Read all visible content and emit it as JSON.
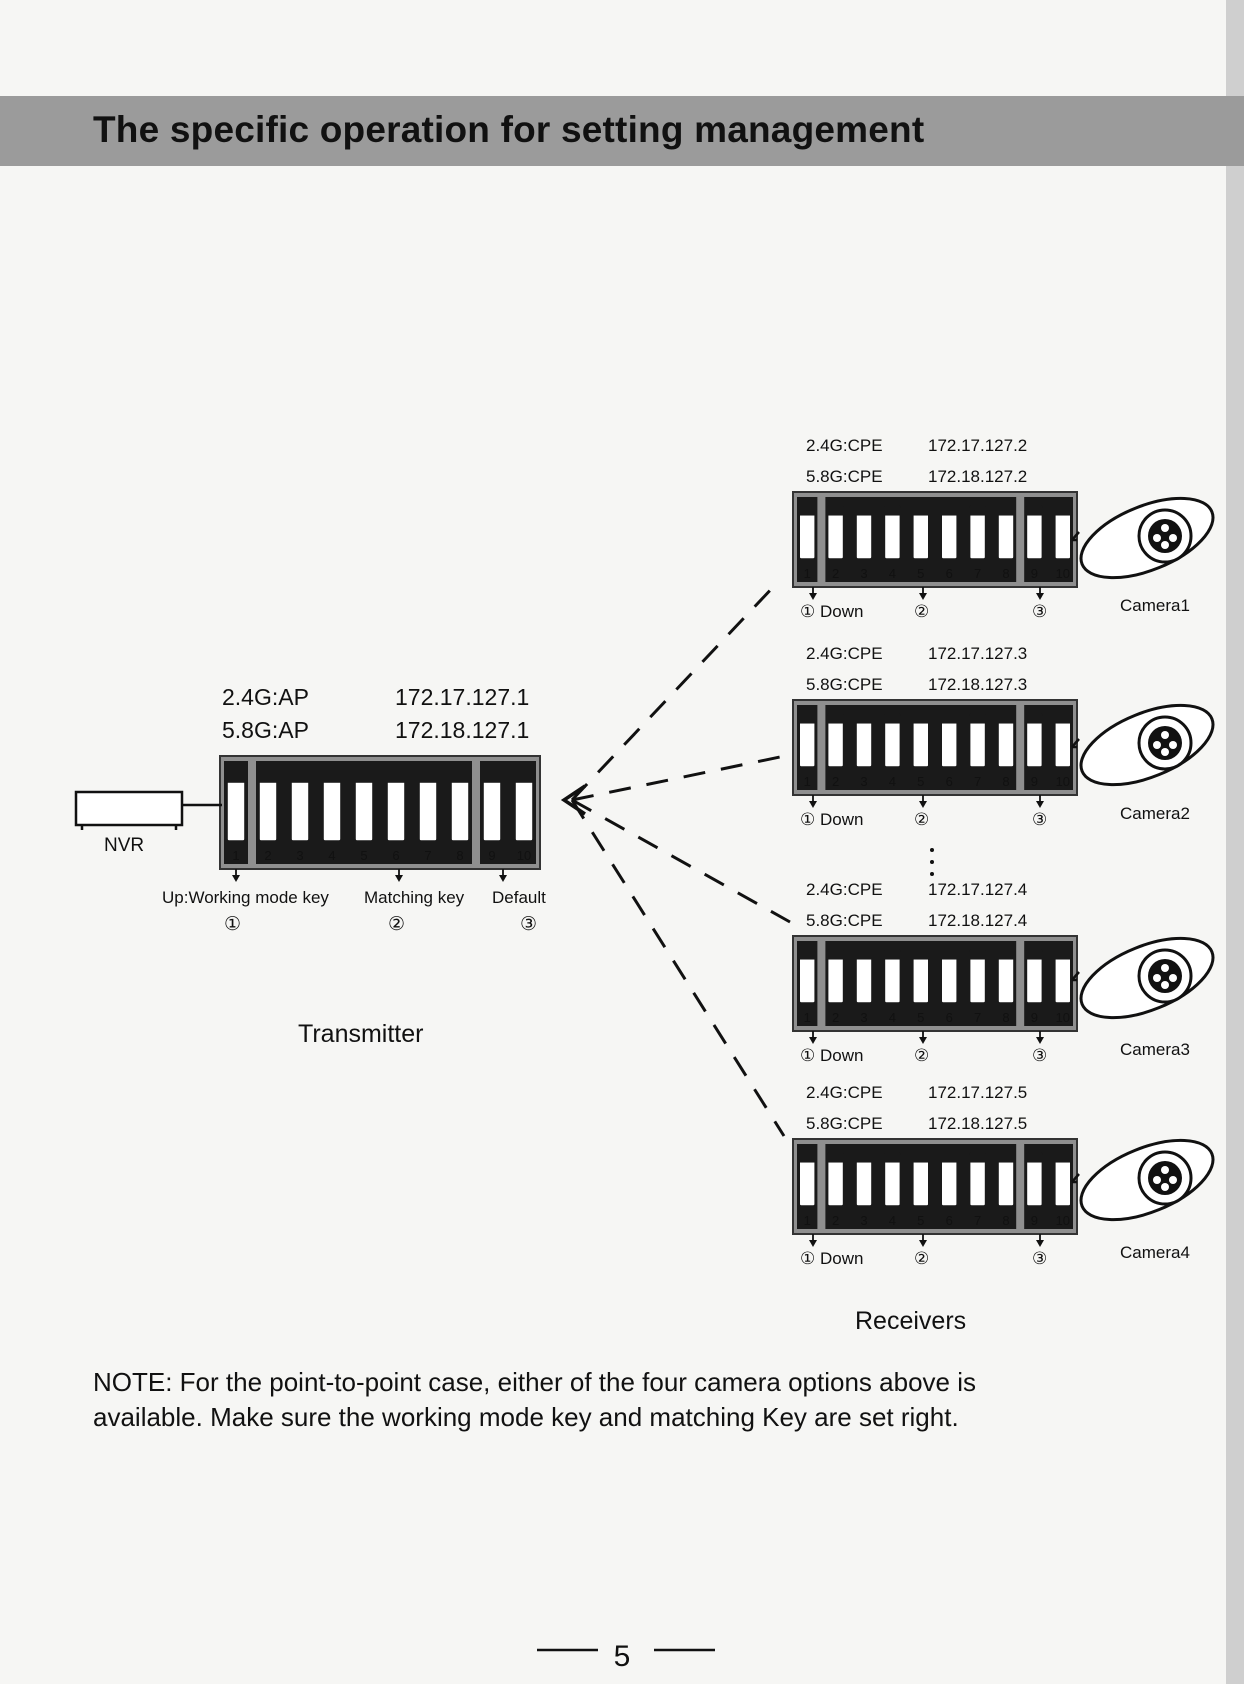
{
  "header": {
    "title": "The specific operation for setting management"
  },
  "transmitter": {
    "label": "Transmitter",
    "nvr_label": "NVR",
    "band1": "2.4G:AP",
    "ip1": "172.17.127.1",
    "band2": "5.8G:AP",
    "ip2": "172.18.127.1",
    "switch_numbers": [
      "1",
      "2",
      "3",
      "4",
      "5",
      "6",
      "7",
      "8",
      "9",
      "10"
    ],
    "keys": [
      {
        "label": "Up:Working mode key",
        "num": "①"
      },
      {
        "label": "Matching key",
        "num": "②"
      },
      {
        "label": "Default",
        "num": "③"
      }
    ]
  },
  "receivers": {
    "label": "Receivers",
    "items": [
      {
        "band1": "2.4G:CPE",
        "ip1": "172.17.127.2",
        "band2": "5.8G:CPE",
        "ip2": "172.18.127.2",
        "key1": "① Down",
        "key2": "②",
        "key3": "③",
        "camera": "Camera1"
      },
      {
        "band1": "2.4G:CPE",
        "ip1": "172.17.127.3",
        "band2": "5.8G:CPE",
        "ip2": "172.18.127.3",
        "key1": "① Down",
        "key2": "②",
        "key3": "③",
        "camera": "Camera2"
      },
      {
        "band1": "2.4G:CPE",
        "ip1": "172.17.127.4",
        "band2": "5.8G:CPE",
        "ip2": "172.18.127.4",
        "key1": "① Down",
        "key2": "②",
        "key3": "③",
        "camera": "Camera3"
      },
      {
        "band1": "2.4G:CPE",
        "ip1": "172.17.127.5",
        "band2": "5.8G:CPE",
        "ip2": "172.18.127.5",
        "key1": "① Down",
        "key2": "②",
        "key3": "③",
        "camera": "Camera4"
      }
    ]
  },
  "note": {
    "line1": "NOTE: For the point-to-point case, either of the four camera options above is",
    "line2": "available. Make sure the working mode key and matching Key are set right."
  },
  "footer": {
    "page_number": "5"
  }
}
